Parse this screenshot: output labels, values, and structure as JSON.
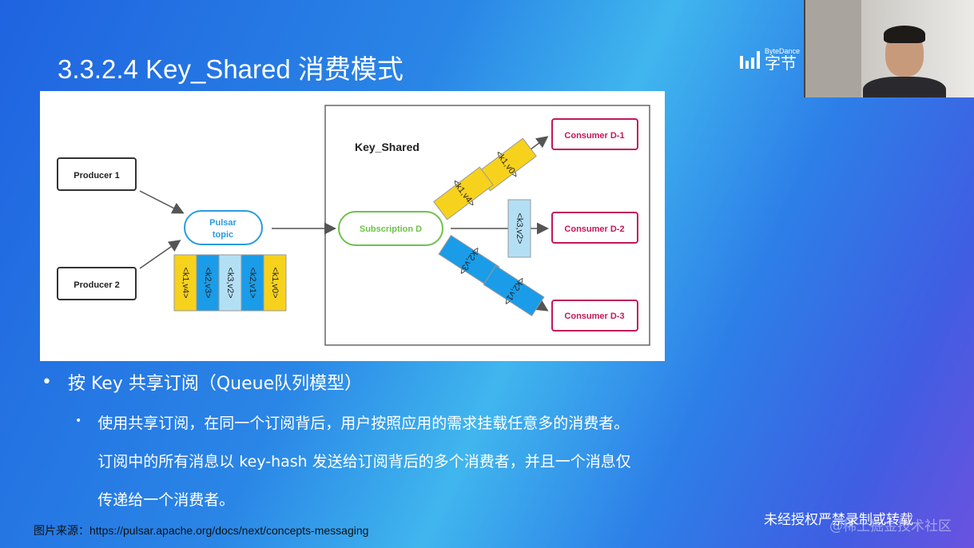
{
  "slide": {
    "title": "3.3.2.4 Key_Shared 消费模式",
    "brand_en": "ByteDance",
    "brand_cn": "字节"
  },
  "diagram": {
    "producer1": "Producer 1",
    "producer2": "Producer 2",
    "topic_line1": "Pulsar",
    "topic_line2": "topic",
    "queue": [
      "<k1,v4>",
      "<k2,v3>",
      "<k3,v2>",
      "<k2,v1>",
      "<k1,v0>"
    ],
    "group_label": "Key_Shared",
    "subscription": "Subscription D",
    "consumers": [
      "Consumer D-1",
      "Consumer D-2",
      "Consumer D-3"
    ],
    "msg_k1v0": "<k1,v0>",
    "msg_k1v4": "<k1,v4>",
    "msg_k3v2": "<k3,v2>",
    "msg_k2v3": "<k2,v3>",
    "msg_k2v1": "<k2,v1>",
    "colors": {
      "yellow": "#f7d21c",
      "blue": "#1a9ce8",
      "light_blue": "#b3dff5",
      "topic_border": "#2a9be0",
      "sub_border": "#6fc24a",
      "consumer_border": "#c2185b",
      "producer_border": "#333333"
    }
  },
  "bullets": {
    "l1": "按 Key 共享订阅（Queue队列模型）",
    "l2_line1": "使用共享订阅，在同一个订阅背后，用户按照应用的需求挂载任意多的消费者。",
    "l2_line2": "订阅中的所有消息以 key-hash 发送给订阅背后的多个消费者，并且一个消息仅",
    "l2_line3": "传递给一个消费者。"
  },
  "source": "图片来源：https://pulsar.apache.org/docs/next/concepts-messaging",
  "watermark": {
    "line1": "未经授权严禁录制或转载",
    "line2": "@稀土掘金技术社区"
  }
}
